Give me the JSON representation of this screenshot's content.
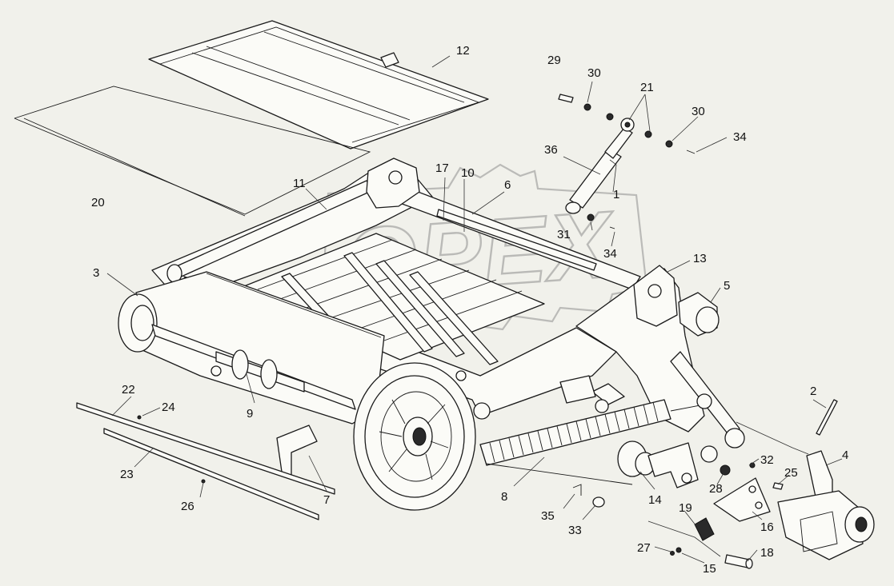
{
  "diagram": {
    "watermark": "OPEX",
    "callouts": [
      "12",
      "29",
      "30",
      "21",
      "30",
      "34",
      "36",
      "1",
      "17",
      "10",
      "6",
      "11",
      "20",
      "31",
      "34",
      "13",
      "3",
      "5",
      "22",
      "24",
      "9",
      "2",
      "4",
      "23",
      "26",
      "7",
      "8",
      "32",
      "25",
      "28",
      "14",
      "35",
      "33",
      "19",
      "16",
      "27",
      "15",
      "18"
    ]
  }
}
